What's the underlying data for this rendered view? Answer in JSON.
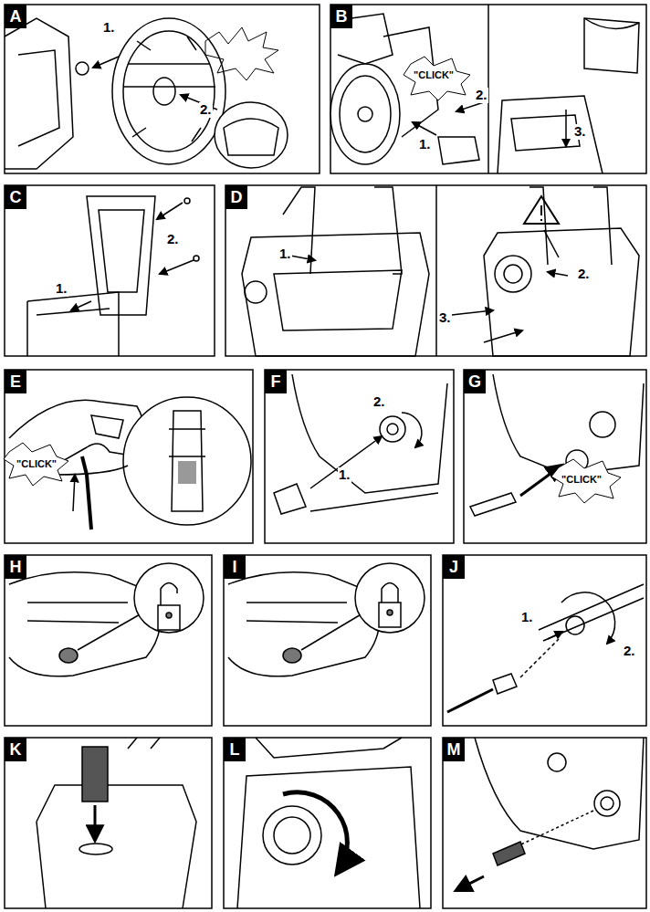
{
  "diagram": {
    "nodes": [
      {
        "text": [
          "A"
        ]
      },
      {
        "text": [
          "B"
        ]
      },
      {
        "text": [
          "C"
        ]
      },
      {
        "text": [
          "D"
        ]
      },
      {
        "text": [
          "E"
        ]
      },
      {
        "text": [
          "F"
        ]
      },
      {
        "text": [
          "G"
        ]
      },
      {
        "text": [
          "H"
        ]
      },
      {
        "text": [
          "I"
        ]
      },
      {
        "text": [
          "J"
        ]
      },
      {
        "text": [
          "K"
        ]
      },
      {
        "text": [
          "L"
        ]
      },
      {
        "text": [
          "M"
        ]
      }
    ],
    "labels": [
      "1.",
      "2.",
      "\"CLICK\"",
      "2.",
      "1.",
      "3.",
      "2.",
      "1.",
      "1.",
      "2.",
      "3.",
      "\"CLICK\"",
      "2.",
      "1.",
      "\"CLICK\"",
      "1.",
      "2."
    ]
  }
}
